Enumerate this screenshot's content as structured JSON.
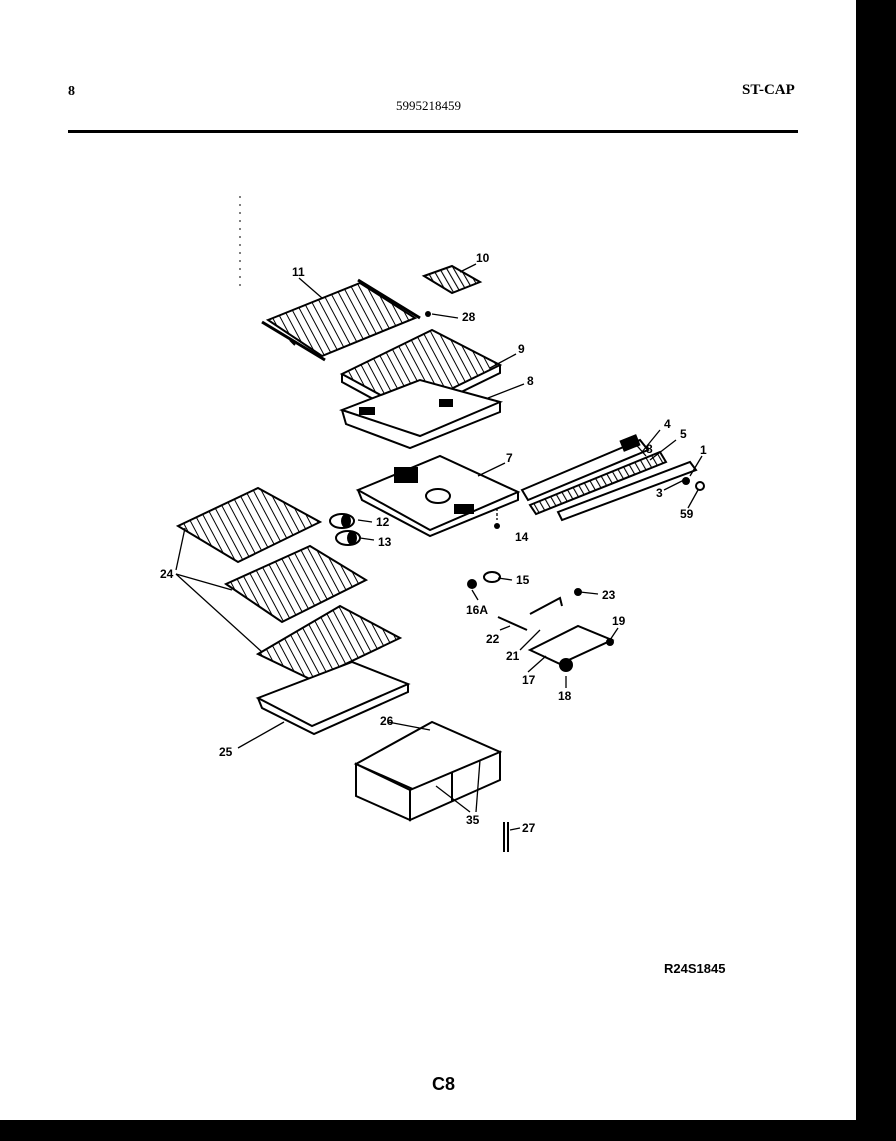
{
  "header": {
    "page_number": "8",
    "part_number": "5995218459",
    "model_code": "ST-CAP"
  },
  "diagram": {
    "callouts": {
      "c10": "10",
      "c11": "11",
      "c28": "28",
      "c9": "9",
      "c8a": "8",
      "c7": "7",
      "c8b": "8",
      "c4": "4",
      "c5": "5",
      "c1": "1",
      "c3": "3",
      "c59": "59",
      "c12": "12",
      "c13": "13",
      "c14": "14",
      "c24": "24",
      "c15": "15",
      "c16a": "16A",
      "c23": "23",
      "c22": "22",
      "c19": "19",
      "c21": "21",
      "c17": "17",
      "c18": "18",
      "c26": "26",
      "c25": "25",
      "c35": "35",
      "c27": "27"
    },
    "diagram_code": "R24S1845"
  },
  "footer": {
    "page_code": "C8"
  }
}
